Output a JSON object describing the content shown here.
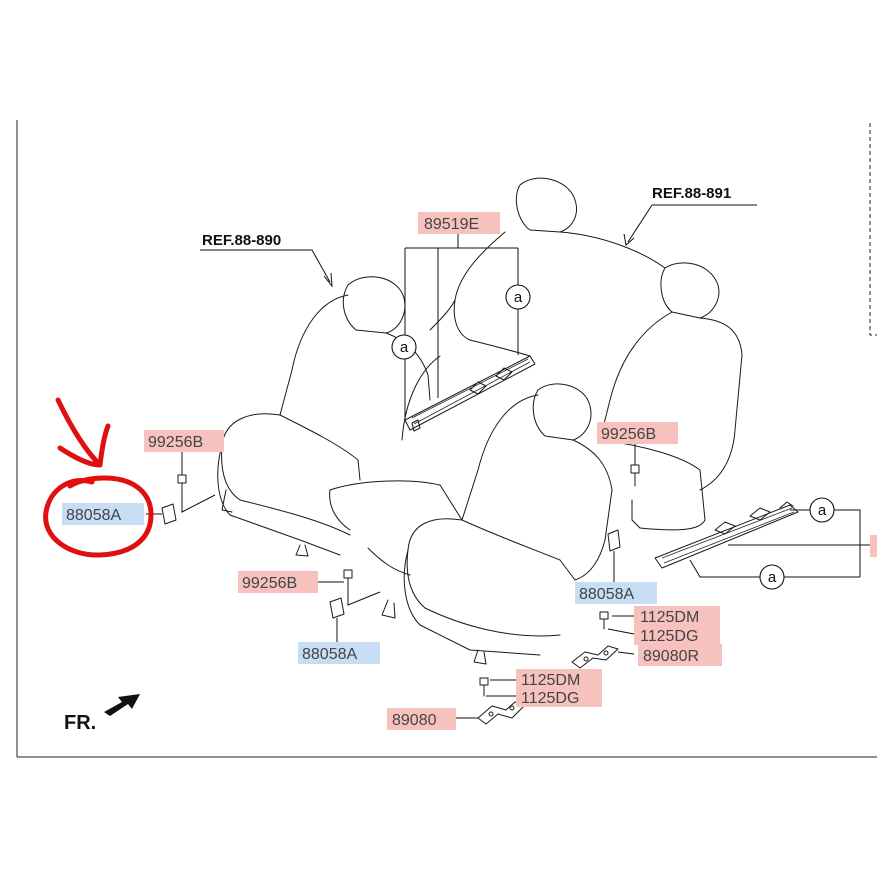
{
  "references": {
    "left_seat": "REF.88-890",
    "right_seat": "REF.88-891"
  },
  "callout_marker": "a",
  "front_indicator": "FR.",
  "labels": {
    "p89519E": "89519E",
    "p99256B_left": "99256B",
    "p99256B_mid": "99256B",
    "p99256B_right": "99256B",
    "p88058A_left": "88058A",
    "p88058A_mid": "88058A",
    "p88058A_right": "88058A",
    "p1125DM_right": "1125DM",
    "p1125DG_right": "1125DG",
    "p89080R": "89080R",
    "p1125DM_bottom": "1125DM",
    "p1125DG_bottom": "1125DG",
    "p89080": "89080"
  },
  "label_colors": {
    "part_highlight": "#f7c2bd",
    "alt_highlight": "#c7ddf3",
    "annotation": "#e01010"
  }
}
